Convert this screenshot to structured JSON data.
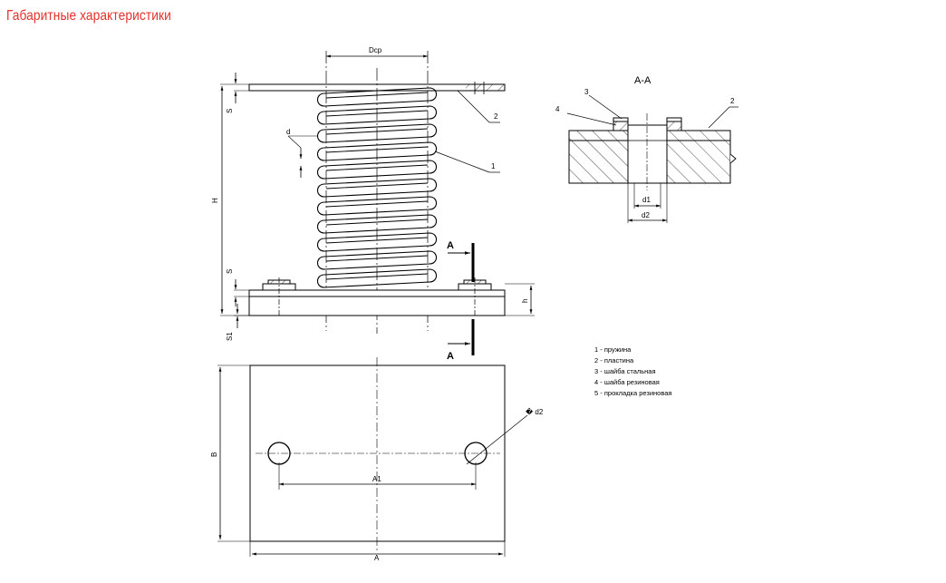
{
  "title": "Габаритные характеристики",
  "section_label": "А-А",
  "cut_label": "А",
  "dims": {
    "dcp": "Dср",
    "d": "d",
    "s": "S",
    "h_total": "H",
    "h": "h",
    "s1": "S1",
    "b": "B",
    "a": "A",
    "a1": "A1",
    "d1": "d1",
    "d2": "d2",
    "hole_d2": "� d2"
  },
  "callouts": {
    "c1": "1",
    "c2": "2",
    "c3": "3",
    "c4": "4",
    "c2b": "2"
  },
  "legend": [
    "1 - пружина",
    "2 - пластина",
    "3 - шайба стальная",
    "4 - шайба резиновая",
    "5 - прокладка резиновая"
  ]
}
